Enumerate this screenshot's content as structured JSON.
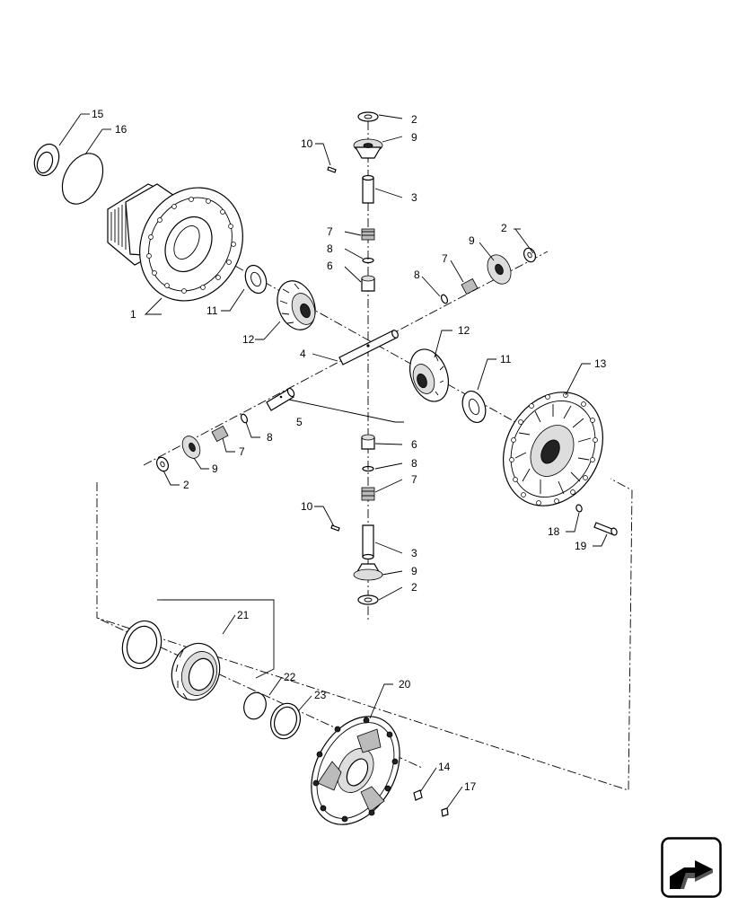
{
  "callouts": {
    "p1": "1",
    "p2a": "2",
    "p2b": "2",
    "p2c": "2",
    "p2d": "2",
    "p3a": "3",
    "p3b": "3",
    "p4": "4",
    "p5": "5",
    "p6a": "6",
    "p6b": "6",
    "p7a": "7",
    "p7b": "7",
    "p7c": "7",
    "p7d": "7",
    "p8a": "8",
    "p8b": "8",
    "p8c": "8",
    "p8d": "8",
    "p9a": "9",
    "p9b": "9",
    "p9c": "9",
    "p9d": "9",
    "p10a": "10",
    "p10b": "10",
    "p11a": "11",
    "p11b": "11",
    "p12a": "12",
    "p12b": "12",
    "p13": "13",
    "p14": "14",
    "p15": "15",
    "p16": "16",
    "p17": "17",
    "p18": "18",
    "p19": "19",
    "p20": "20",
    "p21": "21",
    "p22": "22",
    "p23": "23"
  },
  "icons": {
    "nav": "next-page-arrow-icon"
  }
}
